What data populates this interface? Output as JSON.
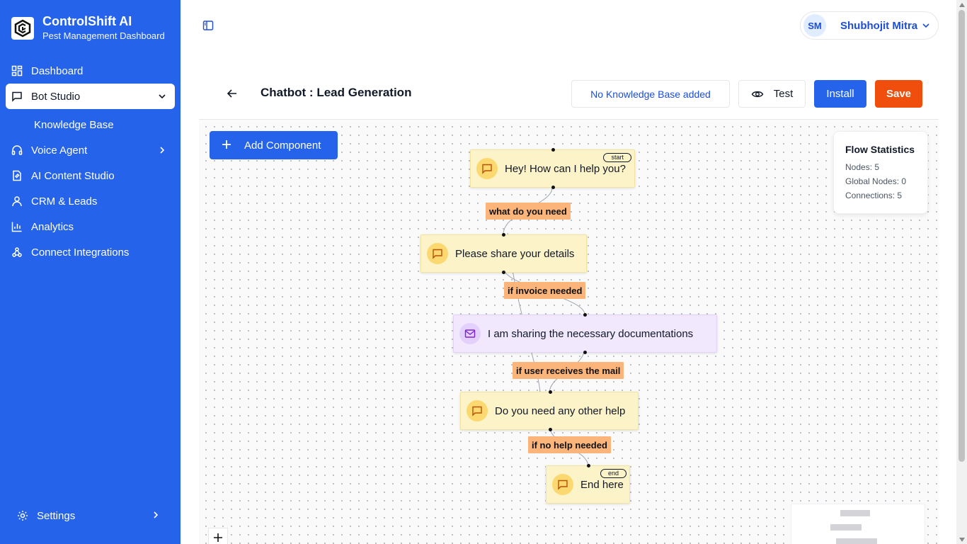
{
  "brand": {
    "title": "ControlShift AI",
    "subtitle": "Pest Management Dashboard"
  },
  "sidebar": {
    "items": [
      {
        "label": "Dashboard",
        "icon": "grid-icon"
      },
      {
        "label": "Bot Studio",
        "icon": "chat-icon",
        "active": true,
        "expanded": true
      },
      {
        "label": "Knowledge Base",
        "sub": true
      },
      {
        "label": "Voice Agent",
        "icon": "headphones-icon",
        "has_children": true
      },
      {
        "label": "AI Content Studio",
        "icon": "document-icon"
      },
      {
        "label": "CRM & Leads",
        "icon": "user-icon"
      },
      {
        "label": "Analytics",
        "icon": "bar-chart-icon"
      },
      {
        "label": "Connect Integrations",
        "icon": "webhook-icon"
      }
    ],
    "settings_label": "Settings"
  },
  "user": {
    "initials": "SM",
    "name": "Shubhojit Mitra"
  },
  "header": {
    "title": "Chatbot : Lead Generation",
    "kb_label": "No Knowledge Base added",
    "test_label": "Test",
    "install_label": "Install",
    "save_label": "Save"
  },
  "canvas": {
    "add_component_label": "Add Component",
    "nodes": [
      {
        "text": "Hey! How can I help you?",
        "badge": "start",
        "type": "message"
      },
      {
        "text": "Please share your details",
        "type": "message"
      },
      {
        "text": "I am sharing the necessary documentations",
        "type": "email"
      },
      {
        "text": "Do you need any other help",
        "type": "message"
      },
      {
        "text": "End here",
        "badge": "end",
        "type": "message"
      }
    ],
    "edges": [
      {
        "label": "what do you need"
      },
      {
        "label": "if invoice needed"
      },
      {
        "label": "if user receives the mail"
      },
      {
        "label": "if no help needed"
      }
    ]
  },
  "stats": {
    "title": "Flow Statistics",
    "nodes": "Nodes: 5",
    "global_nodes": "Global Nodes: 0",
    "connections": "Connections: 5"
  },
  "colors": {
    "sidebar": "#2563eb",
    "primary": "#2563eb",
    "save": "#f04e0c",
    "node_message": "#fdf3c8",
    "node_email": "#f1e8fd",
    "edge_label": "#fbb47a"
  }
}
